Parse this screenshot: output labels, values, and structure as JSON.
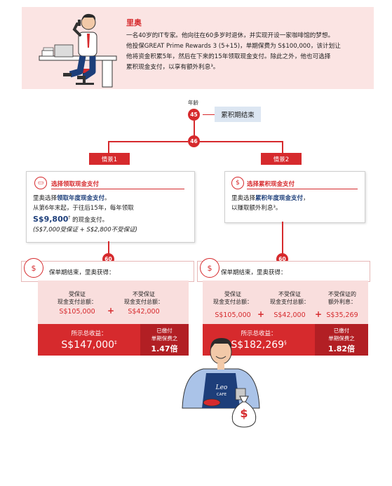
{
  "profile": {
    "name": "里奥",
    "lines": [
      "一名40岁的IT专家。他向往在60多岁时退休，并实现开设一家咖啡馆的梦想。",
      "他投保GREAT Prime Rewards 3 (5+15)，单期保费为 S$100,000，该计划让",
      "他将资金积累5年，然后在下来的15年领取现金支付。除此之外，他也可选择",
      "累积现金支付，以享有额外利息³。"
    ]
  },
  "timeline": {
    "age_label": "年龄",
    "age_start": "45",
    "accumulation_end": "累积期结束",
    "age_payout": "46",
    "age_end_left": "60",
    "age_end_right": "60"
  },
  "scenario1": {
    "tab": "情景1",
    "title": "选择领取现金支付",
    "line1_pre": "里奥选择",
    "line1_hl": "领取年度现金支付",
    "line1_post": "。",
    "line2": "从第6年末起，于往后15年，每年领取",
    "amount": "S$9,800",
    "amount_sup": "†",
    "line3_post": " 的现金支付。",
    "line4": "(S$7,000受保证 + S$2,800不受保证)",
    "maturity": "保单期结束，里奥获得：",
    "guaranteed_label": "受保证\n现金支付总额：",
    "guaranteed_value": "S$105,000",
    "nonguaranteed_label": "不受保证\n现金支付总额：",
    "nonguaranteed_value": "S$42,000",
    "plus": "+",
    "total_label": "所示总收益：",
    "total_value": "S$147,000",
    "total_sup": "‡",
    "multiple_label": "已缴付\n单期保费之",
    "multiple_value": "1.47倍"
  },
  "scenario2": {
    "tab": "情景2",
    "title": "选择累积现金支付",
    "line1_pre": "里奥选择",
    "line1_hl": "累积年度现金支付",
    "line1_post": "，",
    "line2": "以赚取额外利息³。",
    "maturity": "保单期结束，里奥获得：",
    "guaranteed_label": "受保证\n现金支付总额：",
    "guaranteed_value": "S$105,000",
    "nonguaranteed_label": "不受保证\n现金支付总额：",
    "nonguaranteed_value": "S$42,000",
    "interest_label": "不受保证的\n额外利息：",
    "interest_value": "S$35,269",
    "plus": "+",
    "total_label": "所示总收益：",
    "total_value": "S$182,269",
    "total_sup": "§",
    "multiple_label": "已缴付\n单期保费之",
    "multiple_value": "1.82倍"
  },
  "apron": {
    "line1": "Leo",
    "line2": "CAFE"
  },
  "bag_symbol": "$",
  "colors": {
    "brand_red": "#d62a2d",
    "pink_bg": "#fbe4e3",
    "navy": "#1d3e7a"
  }
}
